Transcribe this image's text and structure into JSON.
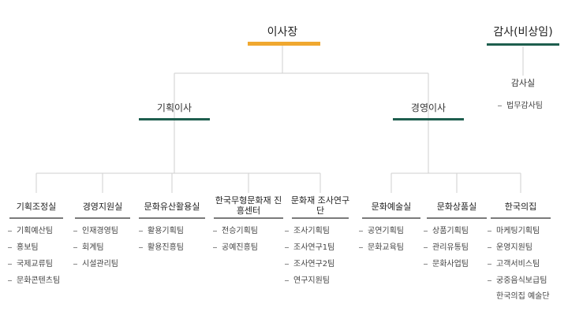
{
  "chairman": {
    "label": "이사장"
  },
  "auditor": {
    "label": "감사(비상임)",
    "office": "감사실",
    "teams": [
      "법무감사팀"
    ]
  },
  "directors": [
    {
      "label": "기획이사"
    },
    {
      "label": "경영이사"
    }
  ],
  "units": [
    {
      "label": "기획조정실",
      "teams": [
        "기획예산팀",
        "홍보팀",
        "국제교류팀",
        "문화콘텐츠팀"
      ]
    },
    {
      "label": "경영지원실",
      "teams": [
        "인재경영팀",
        "회계팀",
        "시설관리팀"
      ]
    },
    {
      "label": "문화유산활용실",
      "teams": [
        "활용기획팀",
        "활용진흥팀"
      ]
    },
    {
      "label": "한국무형문화재 진흥센터",
      "teams": [
        "전승기획팀",
        "공예진흥팀"
      ]
    },
    {
      "label": "문화재 조사연구단",
      "teams": [
        "조사기획팀",
        "조사연구1팀",
        "조사연구2팀",
        "연구지원팀"
      ]
    },
    {
      "label": "문화예술실",
      "teams": [
        "공연기획팀",
        "문화교육팀"
      ]
    },
    {
      "label": "문화상품실",
      "teams": [
        "상품기획팀",
        "관리유통팀",
        "문화사업팀"
      ]
    },
    {
      "label": "한국의집",
      "teams": [
        "마케팅기획팀",
        "운영지원팀",
        "고객서비스팀",
        "궁중음식보급팀"
      ],
      "extra_team": "한국의집 예술단"
    }
  ],
  "colors": {
    "chairman_bar": "#F0A830",
    "director_bar": "#1E5E4E",
    "unit_bar": "#7A7A7A",
    "connector": "#CFCFCF",
    "bullet": "#888888"
  }
}
